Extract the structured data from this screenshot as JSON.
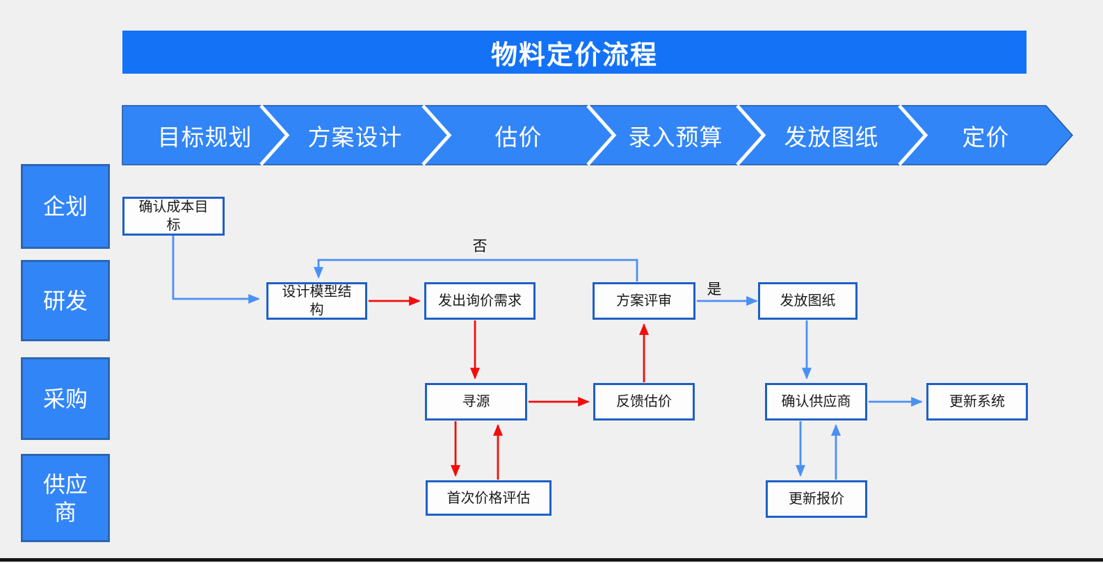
{
  "title": "物料定价流程",
  "stages": [
    "目标规划",
    "方案设计",
    "估价",
    "录入预算",
    "发放图纸",
    "定价"
  ],
  "lanes": [
    "企划",
    "研发",
    "采购",
    "供应商"
  ],
  "nodes": {
    "confirm_cost": "确认成本目标",
    "design_model": "设计模型结构",
    "send_inquiry": "发出询价需求",
    "plan_review": "方案评审",
    "issue_drawings": "发放图纸",
    "sourcing": "寻源",
    "feedback_estimate": "反馈估价",
    "confirm_supplier": "确认供应商",
    "update_system": "更新系统",
    "first_price_eval": "首次价格评估",
    "update_quote": "更新报价"
  },
  "edge_labels": {
    "no": "否",
    "yes": "是"
  },
  "colors": {
    "banner_blue": "#1472f6",
    "stage_blue": "#3285f7",
    "stage_outline": "#1c56a6",
    "lane_blue": "#3285f7",
    "lane_border": "#2b67b2",
    "node_border": "#1e5fc6",
    "connector_blue": "#4a90f4",
    "connector_red": "#f20d0d",
    "background": "#f0f0f0"
  }
}
